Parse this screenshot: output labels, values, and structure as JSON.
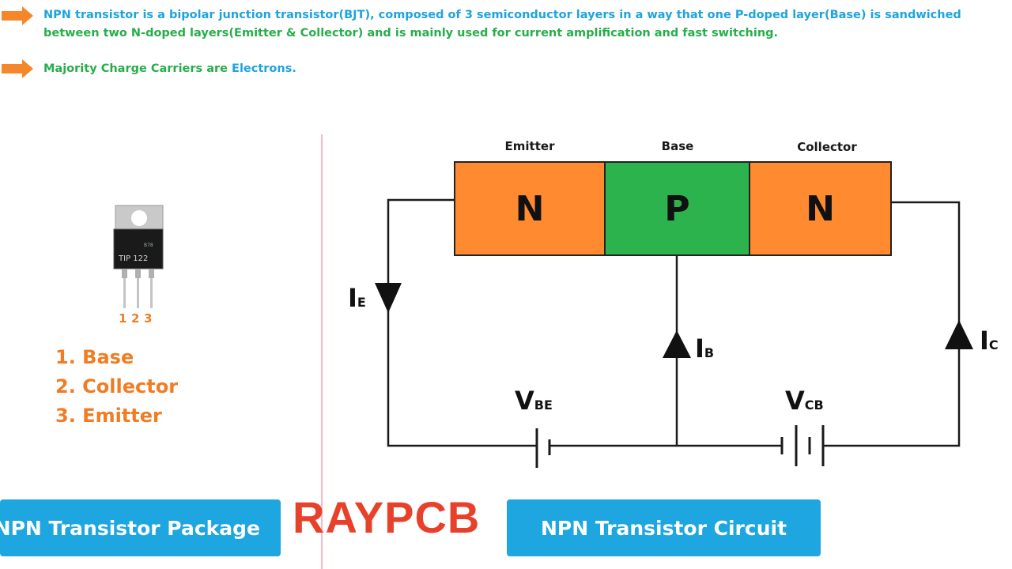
{
  "bullets": [
    {
      "line1": "NPN transistor is a bipolar junction transistor(BJT), composed of 3 semiconductor layers in a way that one P-doped layer(Base) is sandwiched",
      "line2": "between two N-doped layers(Emitter & Collector) and is mainly used for current amplification and fast switching."
    },
    {
      "text_green": "Majority Charge Carriers are ",
      "text_blue": "Electrons."
    }
  ],
  "package": {
    "part_marking": "TIP 122",
    "part_code": "B78",
    "pin_numbers": [
      "1",
      "2",
      "3"
    ],
    "pin_list": [
      "1. Base",
      "2. Collector",
      "3. Emitter"
    ]
  },
  "circuit": {
    "layer_labels": [
      "Emitter",
      "Base",
      "Collector"
    ],
    "layers": [
      "N",
      "P",
      "N"
    ],
    "currents": {
      "emitter": {
        "main": "I",
        "sub": "E"
      },
      "base": {
        "main": "I",
        "sub": "B"
      },
      "collector": {
        "main": "I",
        "sub": "C"
      }
    },
    "voltages": {
      "vbe": {
        "main": "V",
        "sub": "BE"
      },
      "vcb": {
        "main": "V",
        "sub": "CB"
      }
    }
  },
  "banners": {
    "package": "NPN Transistor Package",
    "circuit": "NPN Transistor Circuit"
  },
  "watermark": "RAYPCB",
  "colors": {
    "accent_orange": "#f07d24",
    "blue": "#1fa3dc",
    "green": "#27ad4b",
    "n_layer": "#ff8a2f",
    "p_layer": "#2db34e",
    "banner": "#1ea6e0",
    "watermark": "#e8412b"
  }
}
